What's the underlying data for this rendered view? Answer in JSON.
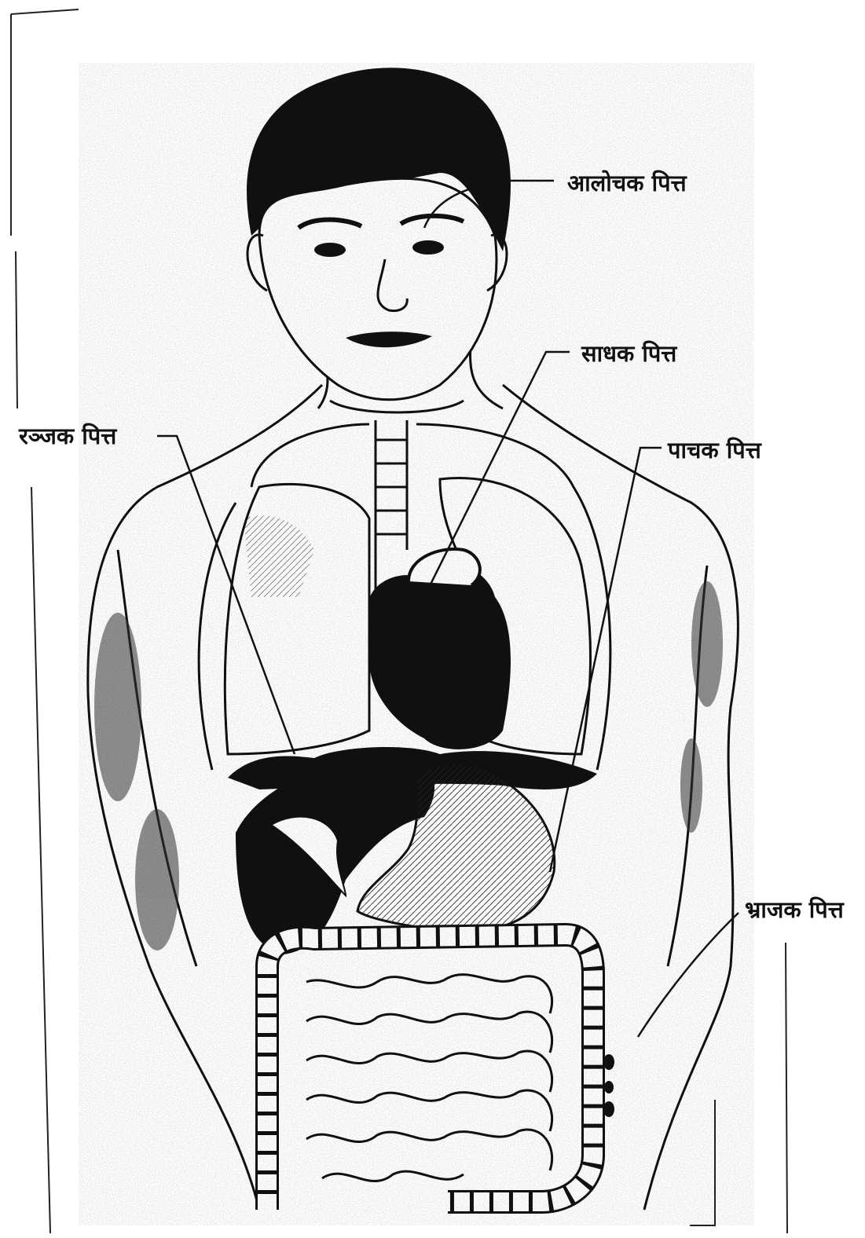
{
  "figure": {
    "labels": {
      "alochaka": "आलोचक पित्त",
      "sadhaka": "साधक पित्त",
      "ranjaka": "रञ्जक पित्त",
      "pachaka": "पाचक पित्त",
      "bhrajaka": "भ्राजक पित्त"
    },
    "ink_color": "#111111",
    "paper_color": "#ffffff"
  }
}
